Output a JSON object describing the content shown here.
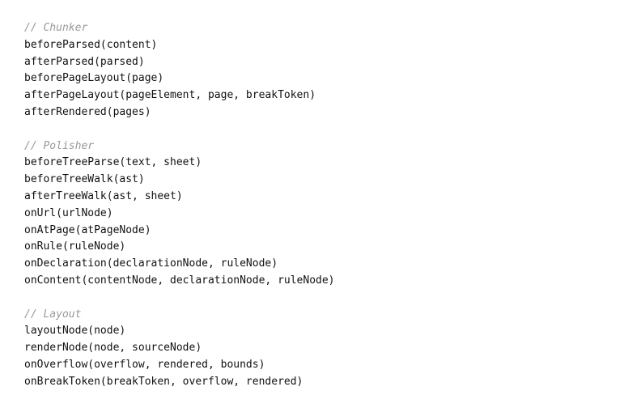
{
  "sections": [
    {
      "comment": "// Chunker",
      "lines": [
        "beforeParsed(content)",
        "afterParsed(parsed)",
        "beforePageLayout(page)",
        "afterPageLayout(pageElement, page, breakToken)",
        "afterRendered(pages)"
      ]
    },
    {
      "comment": "// Polisher",
      "lines": [
        "beforeTreeParse(text, sheet)",
        "beforeTreeWalk(ast)",
        "afterTreeWalk(ast, sheet)",
        "onUrl(urlNode)",
        "onAtPage(atPageNode)",
        "onRule(ruleNode)",
        "onDeclaration(declarationNode, ruleNode)",
        "onContent(contentNode, declarationNode, ruleNode)"
      ]
    },
    {
      "comment": "// Layout",
      "lines": [
        "layoutNode(node)",
        "renderNode(node, sourceNode)",
        "onOverflow(overflow, rendered, bounds)",
        "onBreakToken(breakToken, overflow, rendered)"
      ]
    }
  ]
}
